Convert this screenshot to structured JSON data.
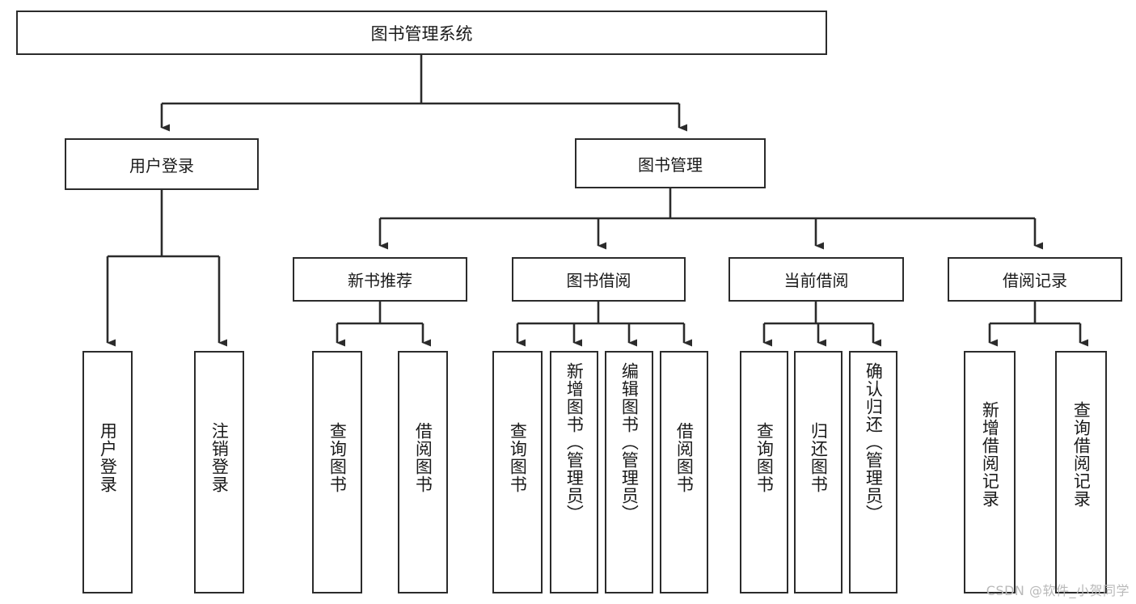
{
  "diagram": {
    "title_text": "图书管理系统",
    "type": "tree-hierarchy",
    "background": "#ffffff",
    "line_color": "#2b2b2b",
    "text_color": "#1a1a1a",
    "root": {
      "label": "图书管理系统"
    },
    "level1": [
      {
        "label": "用户登录"
      },
      {
        "label": "图书管理"
      }
    ],
    "level2": [
      {
        "label": "新书推荐"
      },
      {
        "label": "图书借阅"
      },
      {
        "label": "当前借阅"
      },
      {
        "label": "借阅记录"
      }
    ],
    "leaves": {
      "user_login": [
        {
          "label": "用户登录"
        },
        {
          "label": "注销登录"
        }
      ],
      "new_book_recommend": [
        {
          "label": "查询图书"
        },
        {
          "label": "借阅图书"
        }
      ],
      "book_borrow": [
        {
          "label": "查询图书"
        },
        {
          "label": "新增图书（管理员）"
        },
        {
          "label": "编辑图书（管理员）"
        },
        {
          "label": "借阅图书"
        }
      ],
      "current_borrow": [
        {
          "label": "查询图书"
        },
        {
          "label": "归还图书"
        },
        {
          "label": "确认归还（管理员）"
        }
      ],
      "borrow_record": [
        {
          "label": "新增借阅记录"
        },
        {
          "label": "查询借阅记录"
        }
      ]
    }
  },
  "watermark": {
    "text": "CSDN @软件_小贺同学"
  }
}
